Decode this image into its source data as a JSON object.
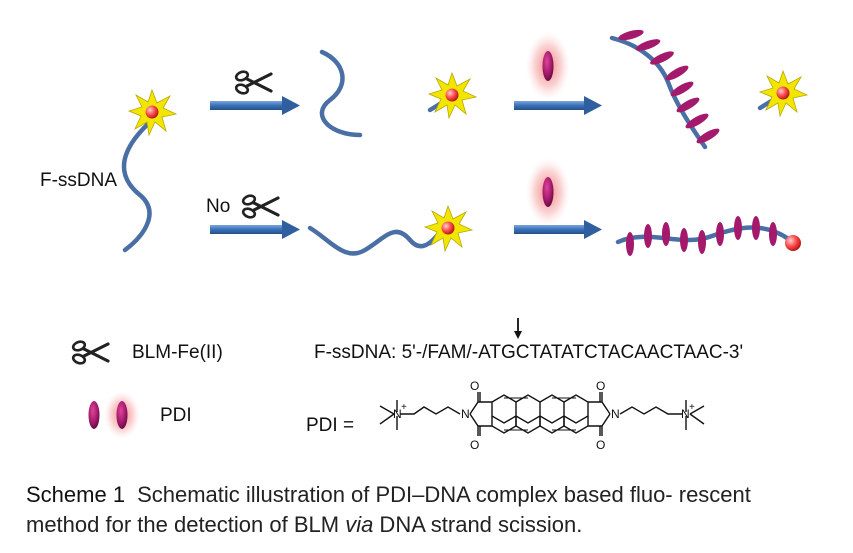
{
  "labels": {
    "f_ssdna": "F-ssDNA",
    "no": "No",
    "legend_blm": "BLM-Fe(II)",
    "legend_pdi": "PDI",
    "sequence": "F-ssDNA: 5'-/FAM/-ATGCTATATCTACAACTAAC-3'",
    "pdi_eq": "PDI =",
    "oxygen": "O",
    "nitrogen": "N",
    "plus": "+"
  },
  "caption": {
    "label": "Scheme 1",
    "text_before": "Schematic illustration of PDI–DNA complex based fluo- rescent method for the detection of BLM ",
    "text_italic": "via",
    "text_after": " DNA strand scission."
  },
  "colors": {
    "dna": "#4a6fa5",
    "arrow": "#3a70b8",
    "pdi": "#9c1a6a",
    "glow": "#f08080",
    "fam_star": "#f2e600",
    "fam_ball": "#ff4a4a"
  }
}
